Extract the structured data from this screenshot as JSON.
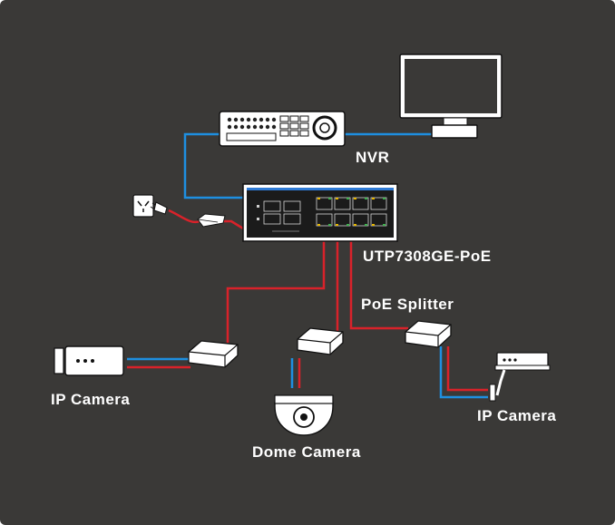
{
  "labels": {
    "nvr": "NVR",
    "switch": "UTP7308GE-PoE",
    "poe_splitter": "PoE Splitter",
    "ip_camera_left": "IP Camera",
    "dome_camera": "Dome Camera",
    "ip_camera_right": "IP Camera"
  },
  "colors": {
    "background": "#3a3937",
    "data_cable": "#1e8fe0",
    "power_cable": "#d9222a",
    "device_fill": "#ffffff",
    "device_outline": "#222222",
    "switch_body": "#1b1b1b",
    "switch_accent": "#2e7bd6"
  },
  "icons": [
    "monitor-icon",
    "nvr-icon",
    "power-outlet-icon",
    "power-adapter-icon",
    "switch-icon",
    "poe-splitter-icon",
    "bullet-camera-icon",
    "dome-camera-icon",
    "wall-camera-icon"
  ]
}
